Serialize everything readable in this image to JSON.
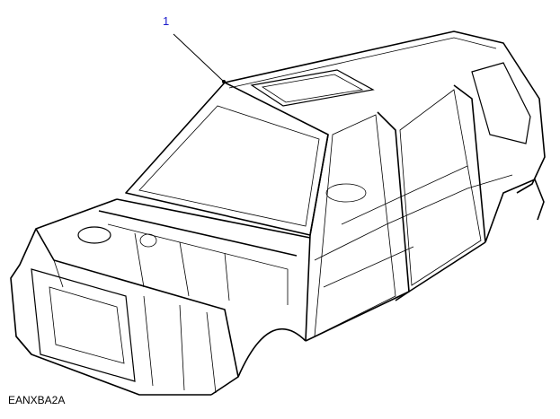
{
  "diagram": {
    "callouts": [
      {
        "label": "1",
        "target": "body-shell"
      }
    ],
    "illustration_code": "EANXBA2A",
    "colors": {
      "callout": "#1a1acc",
      "line": "#000000"
    }
  }
}
